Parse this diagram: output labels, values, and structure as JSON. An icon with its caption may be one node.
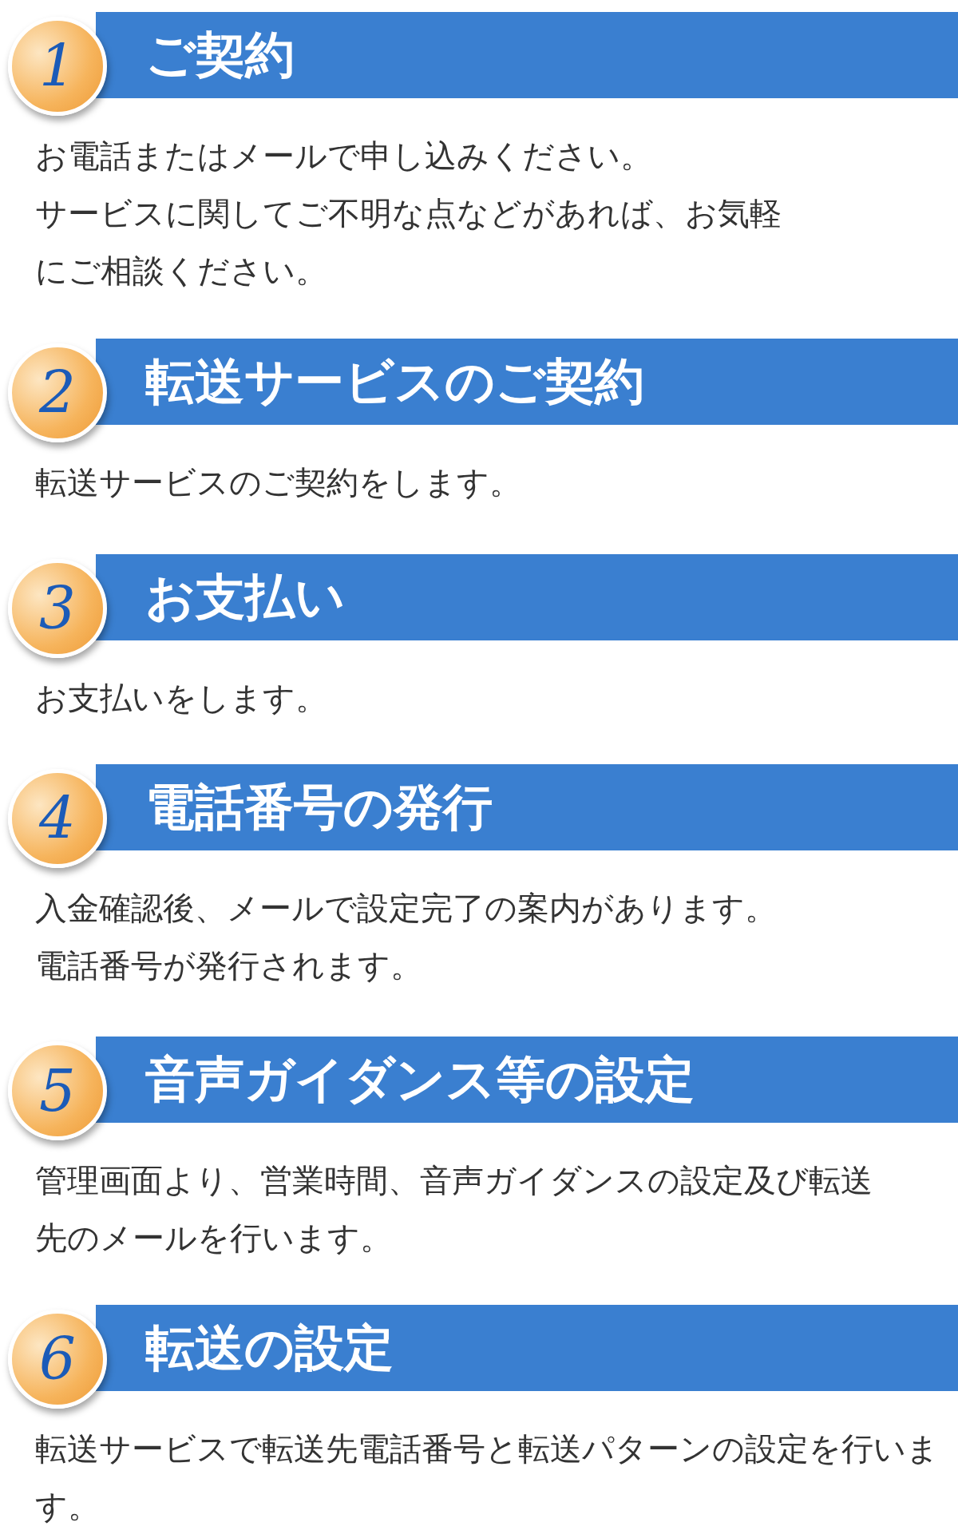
{
  "diagram": {
    "nodes": [
      {
        "text": [
          "1"
        ]
      },
      {
        "text": [
          "ご契約"
        ],
        "beside": [
          "お電話またはメールで申し込みください。",
          "サービスに関してご不明な点などがあれば、お気軽にご相談ください。"
        ]
      },
      {
        "text": [
          "2"
        ]
      },
      {
        "text": [
          "転送サービスのご契約"
        ],
        "beside": [
          "転送サービスのご契約をします。"
        ]
      },
      {
        "text": [
          "3"
        ]
      },
      {
        "text": [
          "お支払い"
        ],
        "beside": [
          "お支払いをします。"
        ]
      },
      {
        "text": [
          "4"
        ]
      },
      {
        "text": [
          "電話番号の発行"
        ],
        "beside": [
          "入金確認後、メールで設定完了の案内があります。",
          "電話番号が発行されます。"
        ]
      },
      {
        "text": [
          "5"
        ]
      },
      {
        "text": [
          "音声ガイダンス等の設定"
        ],
        "beside": [
          "管理画面より、営業時間、音声ガイダンスの設定及び転送先のメールを行います。"
        ]
      },
      {
        "text": [
          "6"
        ]
      },
      {
        "text": [
          "転送の設定"
        ],
        "beside": [
          "転送サービスで転送先電話番号と転送パターンの設定を行います。"
        ]
      }
    ]
  }
}
